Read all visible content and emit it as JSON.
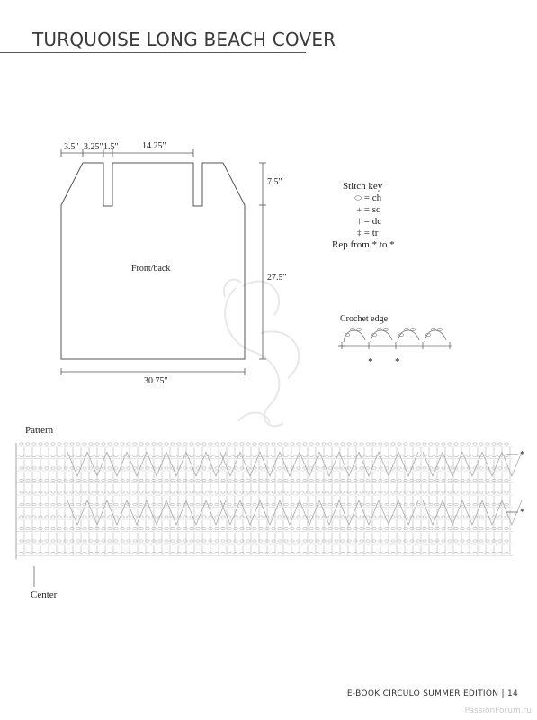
{
  "header": {
    "title": "TURQUOISE LONG BEACH COVER"
  },
  "schematic": {
    "piece_label": "Front/back",
    "top_measurements": [
      "3.5\"",
      "3.25\"",
      "1.5\"",
      "14.25\""
    ],
    "side_measurements": [
      "7.5\"",
      "27.5\""
    ],
    "bottom_measurement": "30.75\""
  },
  "stitch_key": {
    "title": "Stitch key",
    "items": [
      {
        "icon": "chain-stitch-icon",
        "symbol": "⬭",
        "label": "= ch"
      },
      {
        "icon": "single-crochet-icon",
        "symbol": "+",
        "label": "= sc"
      },
      {
        "icon": "double-crochet-icon",
        "symbol": "†",
        "label": "= dc"
      },
      {
        "icon": "treble-crochet-icon",
        "symbol": "‡",
        "label": "= tr"
      }
    ],
    "repeat_note": "Rep from * to *"
  },
  "crochet_edge": {
    "title": "Crochet edge",
    "marker": "*"
  },
  "pattern": {
    "title": "Pattern",
    "center_label": "Center",
    "marker": "*",
    "rows": 10,
    "repeats": 3
  },
  "footer": {
    "text": "E-BOOK CIRCULO SUMMER EDITION | 14"
  },
  "watermark": {
    "text": "PassionForum.ru"
  }
}
